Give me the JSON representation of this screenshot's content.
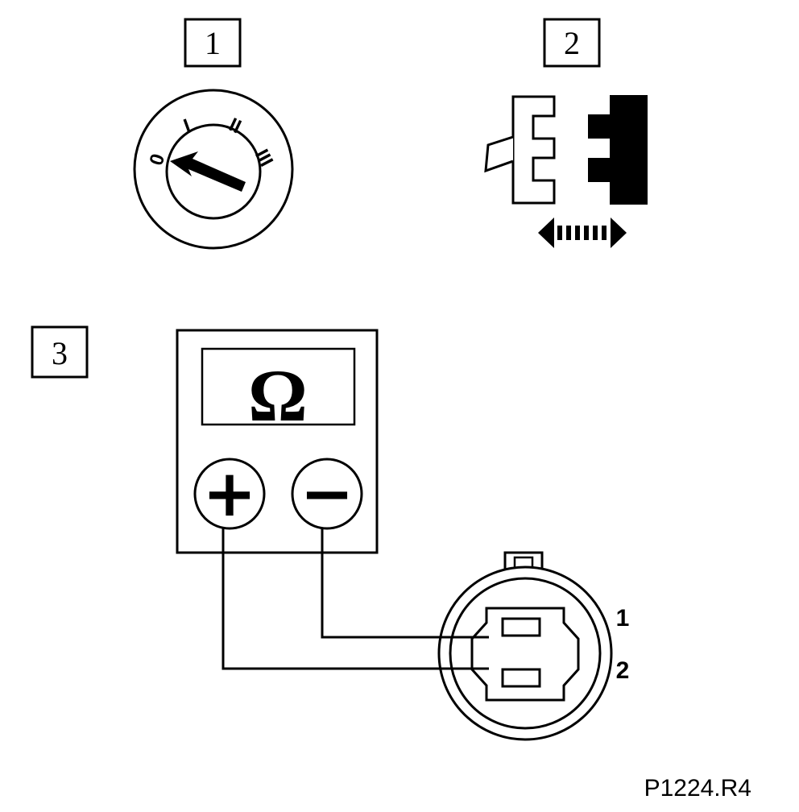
{
  "steps": {
    "step1": "1",
    "step2": "2",
    "step3": "3"
  },
  "ignition": {
    "positions": [
      "0",
      "I",
      "II",
      "III"
    ]
  },
  "meter": {
    "unit_symbol": "Ω",
    "plus_symbol": "+",
    "minus_symbol": "−"
  },
  "connector": {
    "pin1": "1",
    "pin2": "2"
  },
  "reference": "P1224.R4",
  "icons": {
    "ignition": "ignition-switch-icon",
    "connector": "connector-disconnect-icon",
    "arrow": "double-arrow-icon"
  }
}
